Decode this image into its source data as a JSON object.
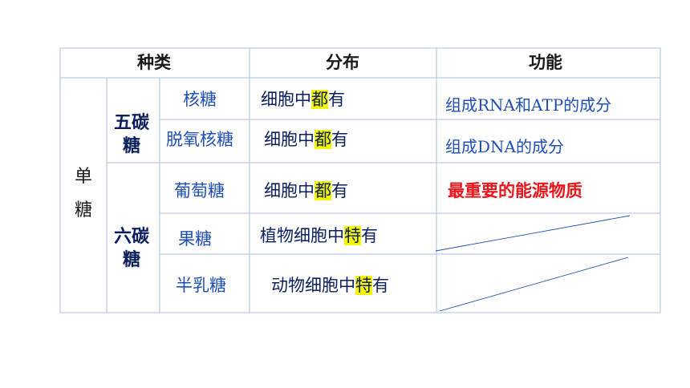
{
  "header": {
    "type": "种类",
    "distribution": "分布",
    "function": "功能"
  },
  "group": {
    "label_line1": "单",
    "label_line2": "糖"
  },
  "subgroups": [
    {
      "line1": "五碳",
      "line2": "糖"
    },
    {
      "line1": "六碳",
      "line2": "糖"
    }
  ],
  "rows": [
    {
      "sugar": "核糖",
      "dist_before": "细胞中",
      "dist_key": "都",
      "dist_after": "有",
      "function": "组成RNA和ATP的成分"
    },
    {
      "sugar": "脱氧核糖",
      "dist_before": "细胞中",
      "dist_key": "都",
      "dist_after": "有",
      "function": "组成DNA的成分"
    },
    {
      "sugar": "葡萄糖",
      "dist_before": "细胞中",
      "dist_key": "都",
      "dist_after": "有",
      "function": "最重要的能源物质"
    },
    {
      "sugar": "果糖",
      "dist_before": "植物细胞中",
      "dist_key": "特",
      "dist_after": "有",
      "function": ""
    },
    {
      "sugar": "半乳糖",
      "dist_before": "动物细胞中",
      "dist_key": "特",
      "dist_after": "有",
      "function": ""
    }
  ],
  "colors": {
    "grid": "#a9bfe0",
    "text_blue": "#1f4fb5",
    "text_navy": "#0a1f5c",
    "highlight": "#f5f500",
    "emphasis_red": "#e8151b"
  }
}
